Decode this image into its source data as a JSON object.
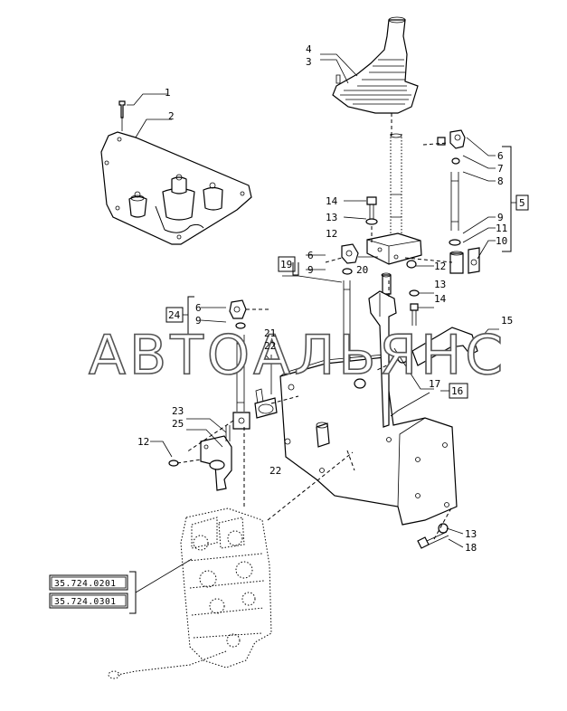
{
  "watermark": "АВТОАЛЬЯНС",
  "callouts": {
    "c1": "1",
    "c2": "2",
    "c3": "3",
    "c4": "4",
    "c6a": "6",
    "c7": "7",
    "c8": "8",
    "c9a": "9",
    "c11": "11",
    "c10": "10",
    "c14a": "14",
    "c13a": "13",
    "c12a": "12",
    "c6b": "6",
    "c9b": "9",
    "c20": "20",
    "c12b": "12",
    "c13b": "13",
    "c14b": "14",
    "c6c": "6",
    "c9c": "9",
    "c21": "21",
    "c22a": "22",
    "c23": "23",
    "c25": "25",
    "c12c": "12",
    "c22b": "22",
    "c15": "15",
    "c17": "17",
    "c13c": "13",
    "c18": "18"
  },
  "boxes": {
    "b5": "5",
    "b19": "19",
    "b24": "24",
    "b16": "16"
  },
  "refs": {
    "r1": "35.724.0201",
    "r2": "35.724.0301"
  }
}
